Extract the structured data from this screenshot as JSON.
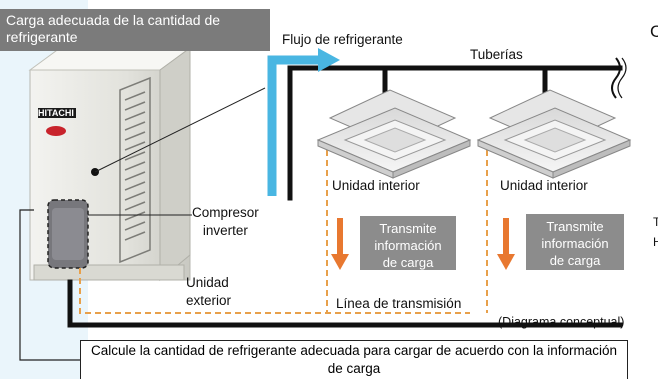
{
  "callout_title": "Carga adecuada de la cantidad de refrigerante",
  "labels": {
    "refrigerant_flow": "Flujo de refrigerante",
    "piping": "Tuberías",
    "indoor_unit_1": "Unidad interior",
    "indoor_unit_2": "Unidad interior",
    "compressor": "Compresor\ninverter",
    "outdoor_unit": "Unidad\nexterior",
    "transmission_line": "Línea de transmisión",
    "conceptual_diagram": "(Diagrama conceptual)",
    "brand": "HITACHI"
  },
  "transmit_boxes": [
    {
      "text": "Transmite\ninformación\nde carga"
    },
    {
      "text": "Transmite\ninformación\nde carga"
    }
  ],
  "bottom_box": "Calcule la cantidad de refrigerante adecuada para cargar de acuerdo con la información de carga",
  "edge_fragments": {
    "top": "C",
    "mid_1": "T",
    "mid_2": "H"
  },
  "colors": {
    "pipe": "#111111",
    "flow_arrow": "#49b6e2",
    "transmission_line": "#e8a04a",
    "transmit_arrow": "#e87830",
    "callout_bg": "#7b7b7b",
    "transmit_box_bg": "#8c8c8c",
    "panel_bg": "#eaf5fb"
  }
}
